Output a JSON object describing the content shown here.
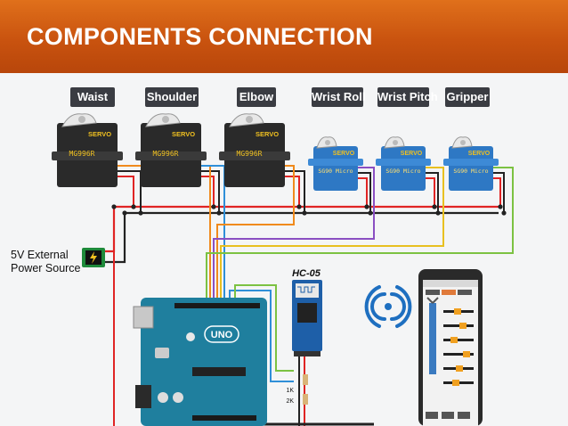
{
  "header": {
    "title": "COMPONENTS CONNECTION"
  },
  "joint_labels": [
    "Waist",
    "Shoulder",
    "Elbow",
    "Wrist Roll",
    "Wrist Pitch",
    "Gripper"
  ],
  "servos": {
    "brand": "SERVO",
    "large_model": "MG996R",
    "micro_model": "SG90 Micro"
  },
  "power_source": {
    "line1": "5V External",
    "line2": "Power Source"
  },
  "bluetooth": {
    "label": "HC-05"
  },
  "arduino": {
    "board": "UNO"
  },
  "resistors": {
    "r1": "1K",
    "r2": "2K"
  },
  "wire_colors": {
    "power": "#e02424",
    "ground": "#222222",
    "signal_orange": "#f08a1c",
    "signal_blue": "#2f8fd8",
    "signal_green": "#7cc242",
    "signal_purple": "#8a4fc2",
    "signal_yellow": "#e8c020"
  },
  "icons": [
    "servo-motor-icon",
    "wireless-signal-icon",
    "smartphone-icon",
    "lightning-icon"
  ]
}
